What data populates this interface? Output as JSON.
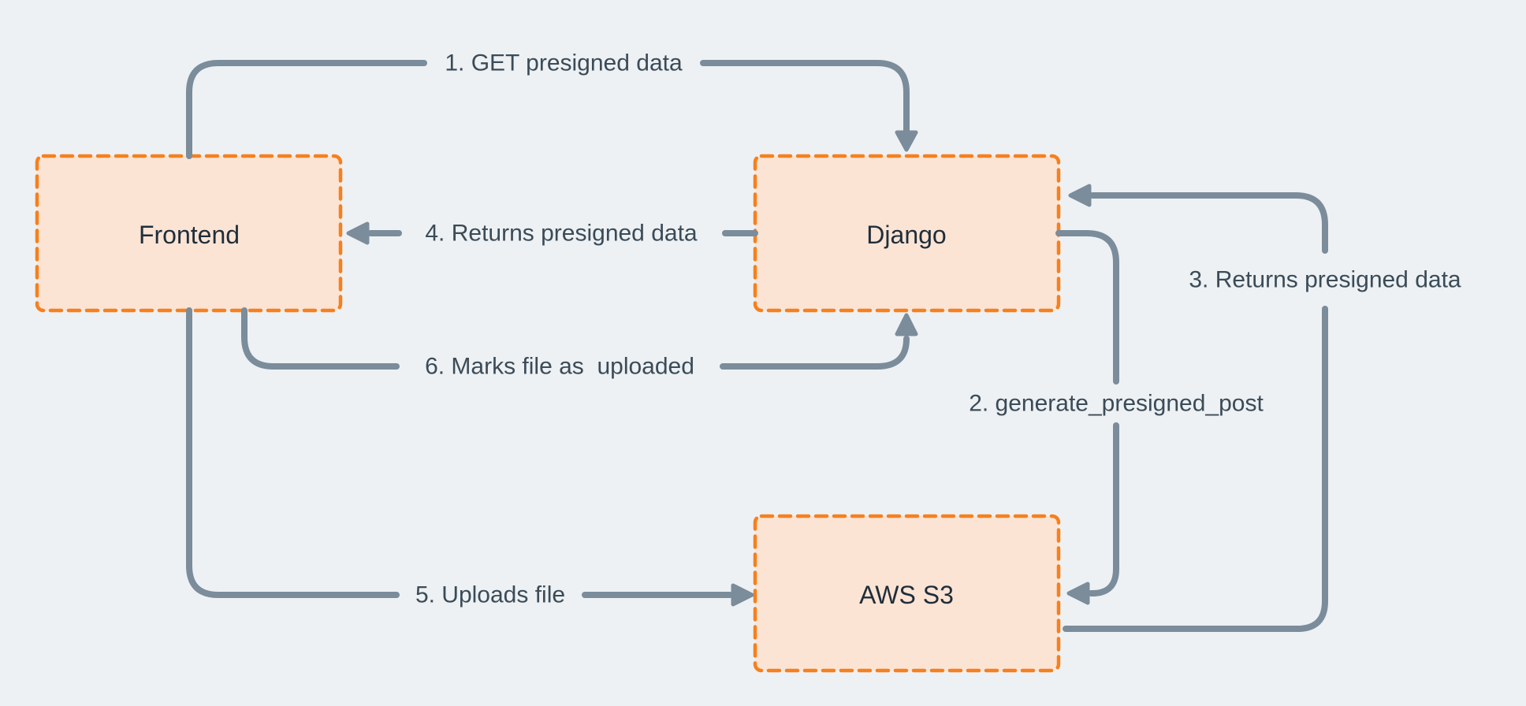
{
  "colors": {
    "background": "#edf1f4",
    "node_fill": "#fce4d5",
    "node_border": "#f6801e",
    "arrow": "#7b8c9b",
    "edge_label": "#3b4b57",
    "node_label": "#1f2e3a"
  },
  "diagram": {
    "type": "flow-diagram",
    "nodes": [
      {
        "id": "frontend",
        "label": "Frontend"
      },
      {
        "id": "django",
        "label": "Django"
      },
      {
        "id": "aws_s3",
        "label": "AWS S3"
      }
    ],
    "edges": [
      {
        "step": 1,
        "label": "1. GET presigned data",
        "from": "frontend",
        "to": "django"
      },
      {
        "step": 2,
        "label": "2. generate_presigned_post",
        "from": "django",
        "to": "aws_s3"
      },
      {
        "step": 3,
        "label": "3. Returns presigned data",
        "from": "aws_s3",
        "to": "django"
      },
      {
        "step": 4,
        "label": "4. Returns presigned data",
        "from": "django",
        "to": "frontend"
      },
      {
        "step": 5,
        "label": "5. Uploads file",
        "from": "frontend",
        "to": "aws_s3"
      },
      {
        "step": 6,
        "label": "6. Marks file as  uploaded",
        "from": "frontend",
        "to": "django"
      }
    ]
  }
}
